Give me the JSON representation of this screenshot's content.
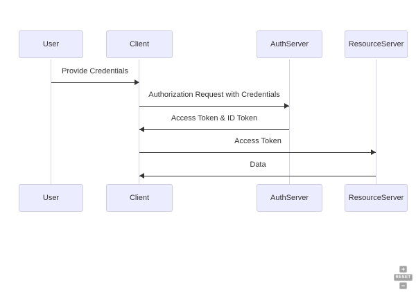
{
  "diagram": {
    "type": "sequence",
    "actors": [
      {
        "id": "user",
        "label": "User"
      },
      {
        "id": "client",
        "label": "Client"
      },
      {
        "id": "authserver",
        "label": "AuthServer"
      },
      {
        "id": "resourceserver",
        "label": "ResourceServer"
      }
    ],
    "messages": [
      {
        "from": "User",
        "to": "Client",
        "label": "Provide Credentials",
        "direction": "right"
      },
      {
        "from": "Client",
        "to": "AuthServer",
        "label": "Authorization Request with Credentials",
        "direction": "right"
      },
      {
        "from": "AuthServer",
        "to": "Client",
        "label": "Access Token & ID Token",
        "direction": "left"
      },
      {
        "from": "Client",
        "to": "ResourceServer",
        "label": "Access Token",
        "direction": "right"
      },
      {
        "from": "ResourceServer",
        "to": "Client",
        "label": "Data",
        "direction": "left"
      }
    ],
    "colors": {
      "actor_fill": "#ececff",
      "actor_border": "#cfcbe5",
      "lifeline": "#d9d3ec",
      "message_line": "#333333",
      "text": "#333333",
      "control_button": "#a3a3a3"
    }
  },
  "controls": {
    "zoom_in_label": "+",
    "reset_label": "RESET",
    "zoom_out_label": "−",
    "icons": {
      "zoom_in": "plus-icon",
      "zoom_out": "minus-icon"
    }
  }
}
